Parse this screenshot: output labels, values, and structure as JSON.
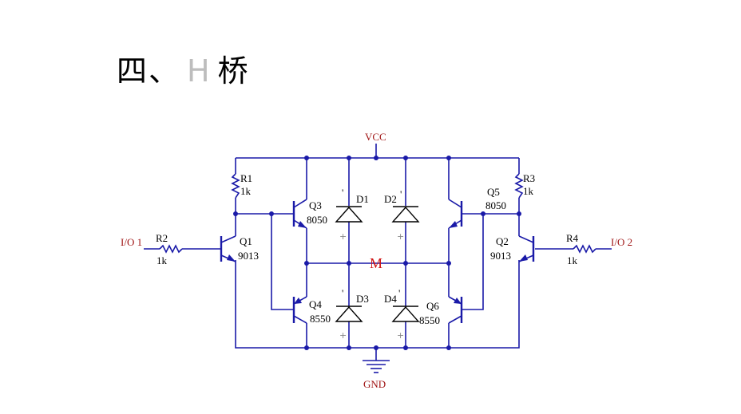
{
  "title": {
    "prefix": "四、",
    "h": "H",
    "suffix": "桥"
  },
  "labels": {
    "vcc": "VCC",
    "gnd": "GND",
    "m": "M",
    "io1": "I/O 1",
    "io2": "I/O 2",
    "r1": "R1",
    "r1v": "1k",
    "r2": "R2",
    "r2v": "1k",
    "r3": "R3",
    "r3v": "1k",
    "r4": "R4",
    "r4v": "1k",
    "q1": "Q1",
    "q1v": "9013",
    "q2": "Q2",
    "q2v": "9013",
    "q3": "Q3",
    "q3v": "8050",
    "q4": "Q4",
    "q4v": "8550",
    "q5": "Q5",
    "q5v": "8050",
    "q6": "Q6",
    "q6v": "8550",
    "d1": "D1",
    "d2": "D2",
    "d3": "D3",
    "d4": "D4",
    "tick": "'",
    "plus": "+"
  }
}
